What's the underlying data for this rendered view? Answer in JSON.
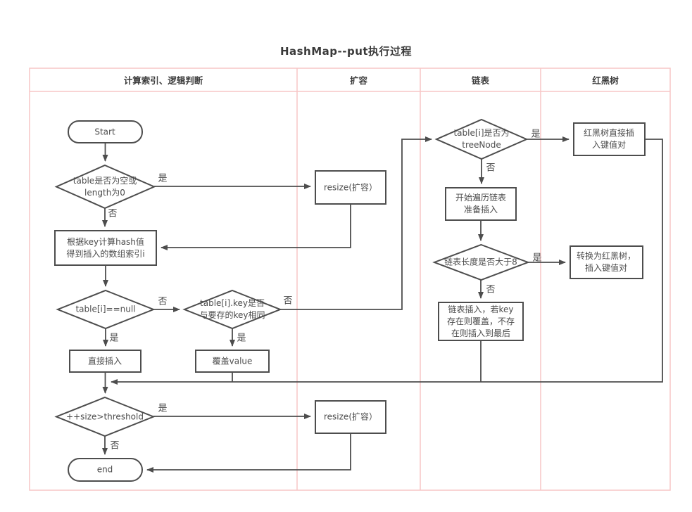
{
  "title": "HashMap--put执行过程",
  "lanes": [
    {
      "label": "计算索引、逻辑判断"
    },
    {
      "label": "扩容"
    },
    {
      "label": "链表"
    },
    {
      "label": "红黑树"
    }
  ],
  "labels": {
    "yes": "是",
    "no": "否"
  },
  "nodes": {
    "start": {
      "label": "Start",
      "type": "terminator"
    },
    "check_empty": {
      "label": "table是否为空或\nlength为0",
      "type": "decision"
    },
    "resize1": {
      "label": "resize(扩容）",
      "type": "process"
    },
    "calc_hash": {
      "label": "根据key计算hash值\n得到插入的数组索引i",
      "type": "process"
    },
    "check_null": {
      "label": "table[i]==null",
      "type": "decision"
    },
    "direct_insert": {
      "label": "直接插入",
      "type": "process"
    },
    "check_key_same": {
      "label": "table[i].key是否\n与要存的key相同",
      "type": "decision"
    },
    "overwrite_value": {
      "label": "覆盖value",
      "type": "process"
    },
    "check_threshold": {
      "label": "++size>threshold",
      "type": "decision"
    },
    "resize2": {
      "label": "resize(扩容）",
      "type": "process"
    },
    "end": {
      "label": "end",
      "type": "terminator"
    },
    "check_treenode": {
      "label": "table[i]是否为\ntreeNode",
      "type": "decision"
    },
    "traverse_list": {
      "label": "开始遍历链表\n准备插入",
      "type": "process"
    },
    "check_length": {
      "label": "链表长度是否大于8",
      "type": "decision"
    },
    "list_insert": {
      "label": "链表插入，若key\n存在则覆盖，不存\n在则插入到最后",
      "type": "process"
    },
    "rbt_insert": {
      "label": "红黑树直接插\n入键值对",
      "type": "process"
    },
    "convert_rbt": {
      "label": "转换为红黑树，\n插入键值对",
      "type": "process"
    }
  },
  "colors": {
    "lane_border": "#f7c6c6",
    "line": "#4d4d4d",
    "text": "#4c4c4c"
  }
}
